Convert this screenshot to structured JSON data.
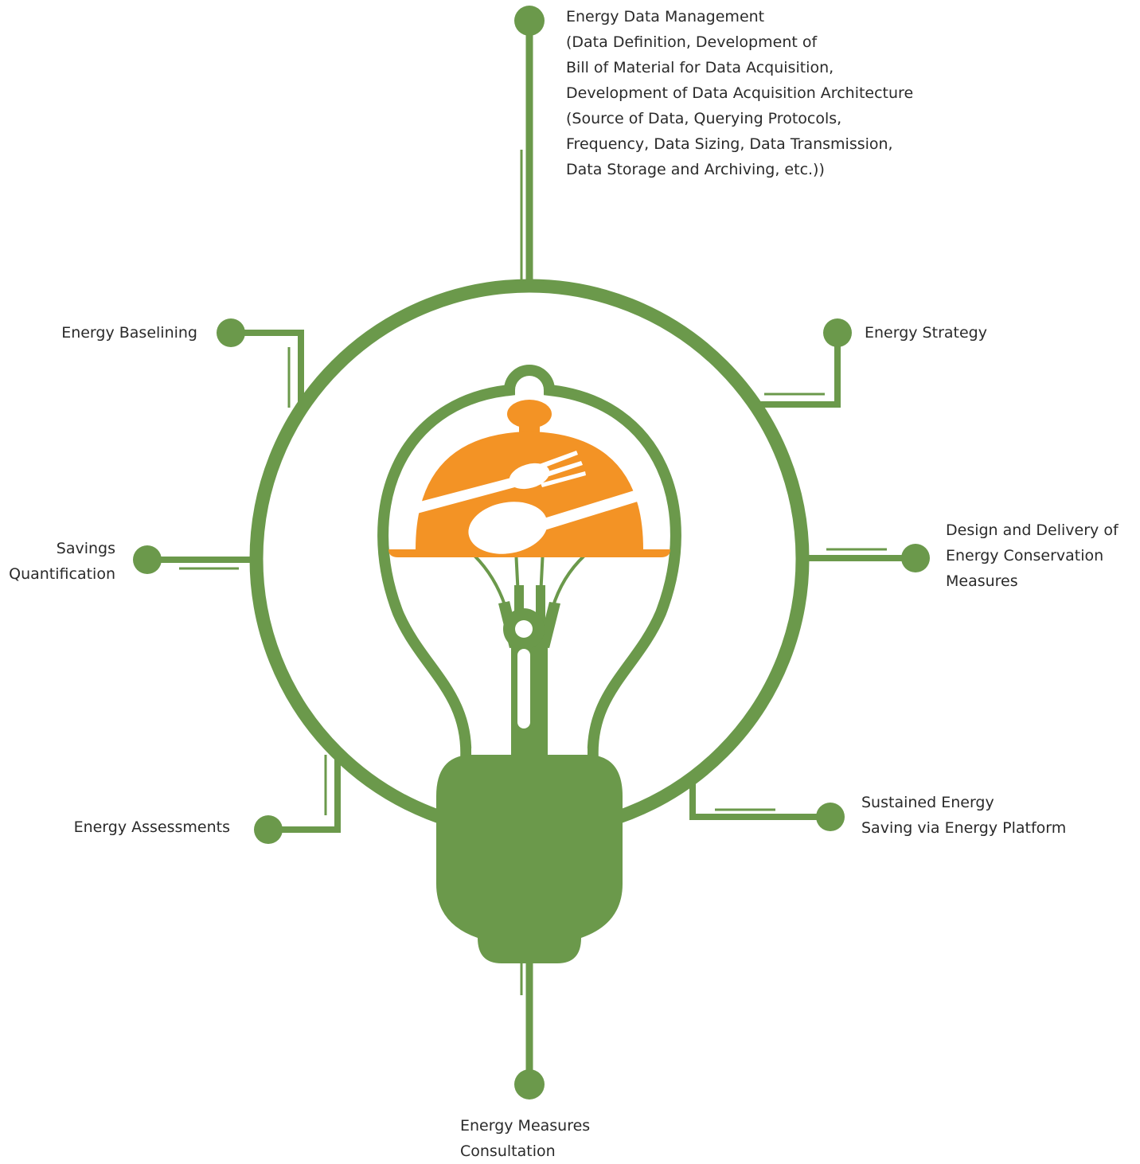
{
  "colors": {
    "green": "#6b994b",
    "orange": "#f39325",
    "white": "#ffffff",
    "text": "#2a2a2a"
  },
  "nodes": {
    "top": {
      "text": "Energy Data Management\n(Data Definition, Development of\nBill of Material for Data Acquisition,\nDevelopment of Data Acquisition Architecture\n(Source of Data, Querying Protocols,\nFrequency, Data Sizing, Data Transmission,\nData Storage and Archiving, etc.))"
    },
    "upper_left": {
      "text": "Energy Baselining"
    },
    "upper_right": {
      "text": "Energy Strategy"
    },
    "mid_left": {
      "text": "Savings\nQuantification"
    },
    "mid_right": {
      "text": "Design and Delivery of\nEnergy Conservation\nMeasures"
    },
    "lower_left": {
      "text": "Energy Assessments"
    },
    "lower_right": {
      "text": "Sustained Energy\nSaving via Energy Platform"
    },
    "bottom": {
      "text": "Energy Measures\nConsultation"
    }
  },
  "icons": {
    "center": "lightbulb-icon",
    "cloche": "food-cloche-icon",
    "fork": "fork-icon",
    "spoon": "spoon-icon"
  }
}
